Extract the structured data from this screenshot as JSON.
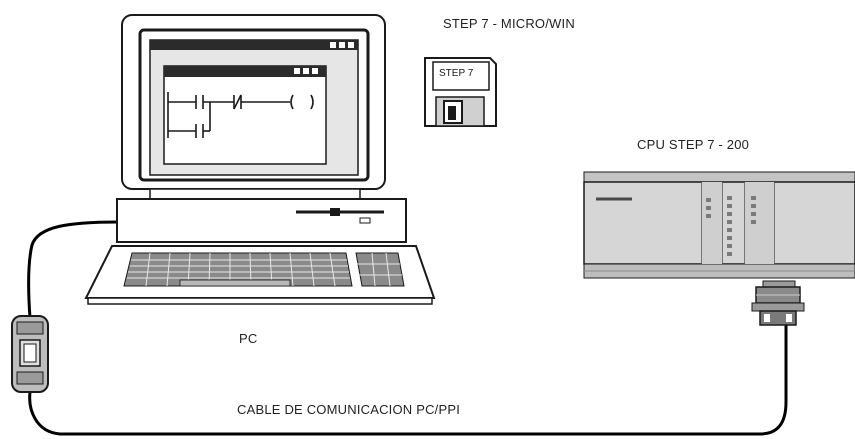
{
  "labels": {
    "software": "STEP 7 - MICRO/WIN",
    "disk": "STEP 7",
    "cpu": "CPU STEP 7 - 200",
    "pc": "PC",
    "cable": "CABLE DE COMUNICACION  PC/PPI"
  },
  "colors": {
    "background": "#ffffff",
    "outline": "#1a1a1a",
    "screen": "#e6e6e6",
    "plc_body": "#d6d6d6",
    "cable": "#000000"
  }
}
